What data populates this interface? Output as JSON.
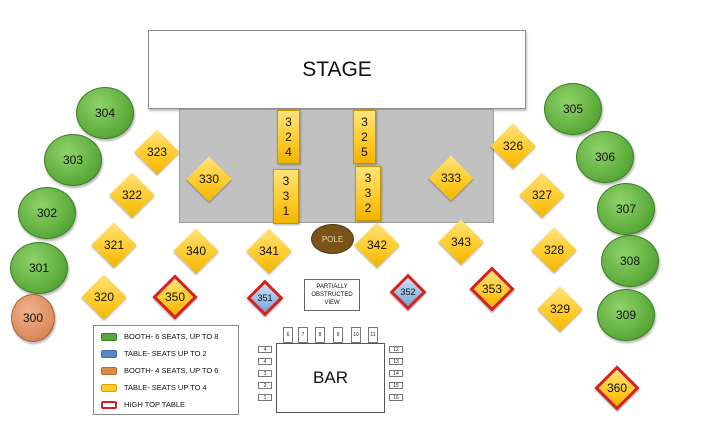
{
  "stage_label": "STAGE",
  "pole_label": "POLE",
  "bar_label": "BAR",
  "obstructed_label": [
    "PARTIALLY",
    "OBSTRUCTED",
    "VIEW"
  ],
  "colors": {
    "booth6": "#58a838",
    "booth4": "#d98a5c",
    "table4": "#ffc928",
    "table2": "#8fb8e3",
    "hightop_border": "#d52020"
  },
  "booths_green": [
    "301",
    "302",
    "303",
    "304",
    "305",
    "306",
    "307",
    "308",
    "309"
  ],
  "booth_orange": "300",
  "tables_yellow": [
    "320",
    "321",
    "322",
    "323",
    "326",
    "327",
    "328",
    "329",
    "330",
    "333",
    "340",
    "341",
    "342",
    "343"
  ],
  "tables_hightop": [
    "350",
    "353",
    "360"
  ],
  "tables_blue": [
    "351",
    "352"
  ],
  "vertical_tables": [
    [
      "3",
      "2",
      "4"
    ],
    [
      "3",
      "2",
      "5"
    ],
    [
      "3",
      "3",
      "1"
    ],
    [
      "3",
      "3",
      "2"
    ]
  ],
  "bar_stools_top": [
    "6",
    "7",
    "8",
    "9",
    "10",
    "11"
  ],
  "bar_stools_left": [
    "4",
    "4",
    "3",
    "2",
    "1"
  ],
  "bar_stools_right": [
    "12",
    "13",
    "14",
    "15",
    "16"
  ],
  "legend": [
    {
      "label": "BOOTH- 6 SEATS, UP TO 8",
      "swatch": "booth6"
    },
    {
      "label": "TABLE- SEATS UP TO 2",
      "swatch": "table2"
    },
    {
      "label": "BOOTH- 4 SEATS, UP TO 6",
      "swatch": "booth4"
    },
    {
      "label": "TABLE- SEATS UP TO 4",
      "swatch": "table4"
    },
    {
      "label": "HIGH TOP TABLE",
      "swatch": "hightop"
    }
  ]
}
